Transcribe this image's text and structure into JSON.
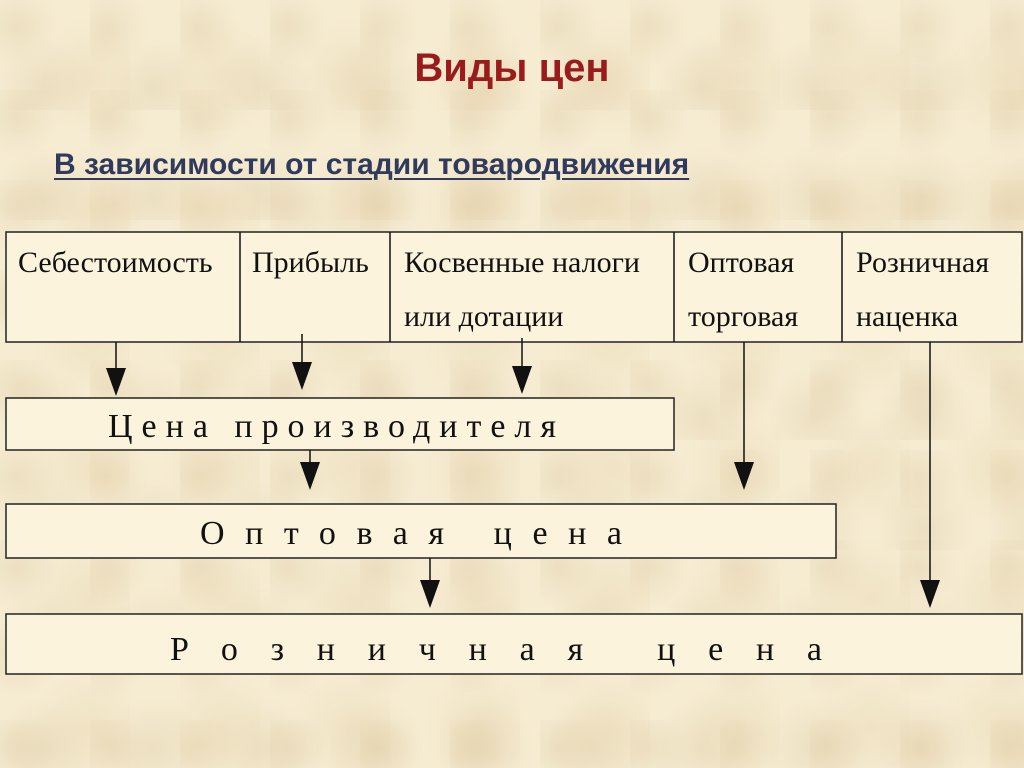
{
  "title": "Виды цен",
  "subtitle": "В зависимости от стадии товародвижения",
  "components": [
    {
      "line1": "Себестоимость",
      "line2": ""
    },
    {
      "line1": "Прибыль",
      "line2": ""
    },
    {
      "line1": "Косвенные налоги",
      "line2": "или дотации"
    },
    {
      "line1": "Оптовая",
      "line2": "торговая"
    },
    {
      "line1": "Розничная",
      "line2": "наценка"
    }
  ],
  "levels": {
    "producer": "Цена производителя",
    "wholesale": "Оптовая цена",
    "retail": "Розничная цена"
  }
}
